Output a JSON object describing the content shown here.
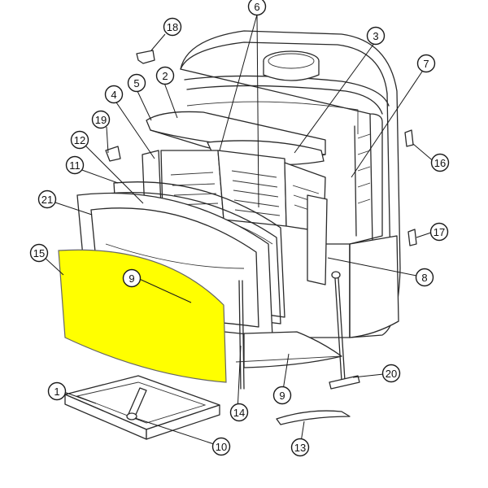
{
  "diagram": {
    "highlight_color": "#ffff00",
    "line_color": "#2a2a2a",
    "callouts": [
      {
        "id": "c18",
        "label": "18"
      },
      {
        "id": "c6",
        "label": "6"
      },
      {
        "id": "c3",
        "label": "3"
      },
      {
        "id": "c2",
        "label": "2"
      },
      {
        "id": "c5",
        "label": "5"
      },
      {
        "id": "c7",
        "label": "7"
      },
      {
        "id": "c4",
        "label": "4"
      },
      {
        "id": "c19",
        "label": "19"
      },
      {
        "id": "c12",
        "label": "12"
      },
      {
        "id": "c16",
        "label": "16"
      },
      {
        "id": "c11",
        "label": "11"
      },
      {
        "id": "c21",
        "label": "21"
      },
      {
        "id": "c17",
        "label": "17"
      },
      {
        "id": "c15",
        "label": "15"
      },
      {
        "id": "c8",
        "label": "8"
      },
      {
        "id": "c9a",
        "label": "9"
      },
      {
        "id": "c20",
        "label": "20"
      },
      {
        "id": "c1",
        "label": "1"
      },
      {
        "id": "c9b",
        "label": "9"
      },
      {
        "id": "c14",
        "label": "14"
      },
      {
        "id": "c10",
        "label": "10"
      },
      {
        "id": "c13",
        "label": "13"
      }
    ]
  }
}
